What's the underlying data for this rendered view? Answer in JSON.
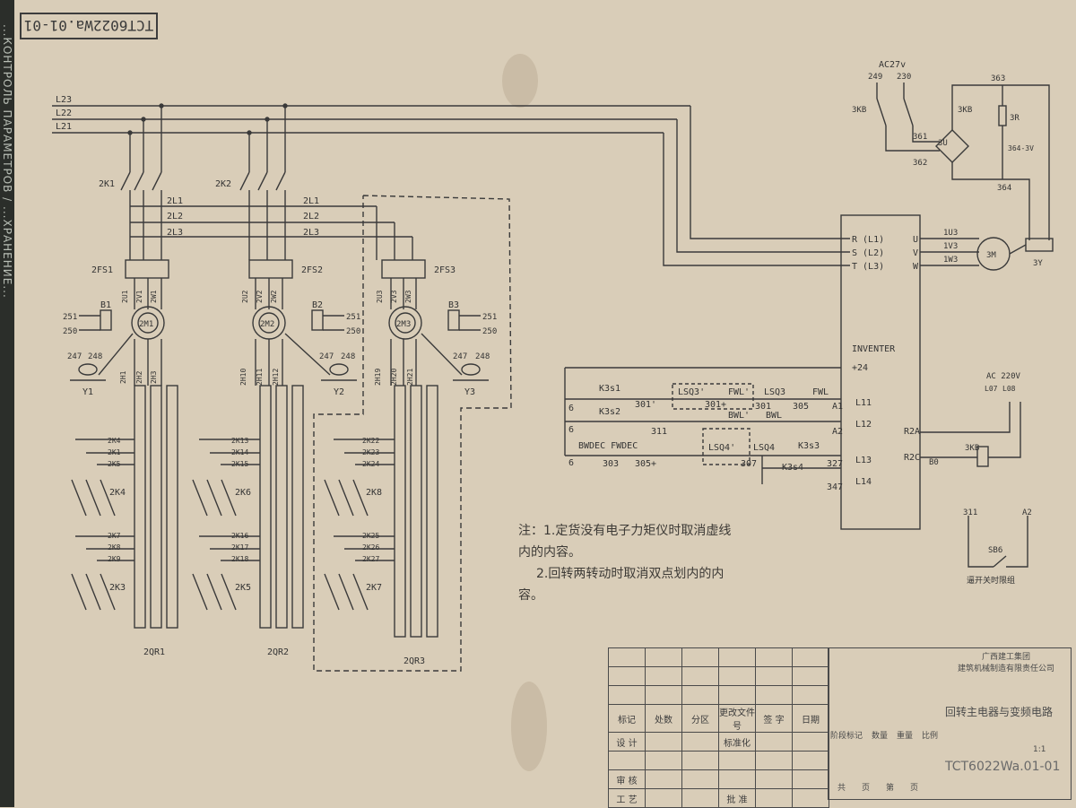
{
  "document": {
    "code": "TCT6022Wa.01-01",
    "code_bottom": "TCT6022Wa.01-01"
  },
  "spine": {
    "text": "...КОНТРОЛЬ ПАРАМЕТРОВ / ...ХРАНЕНИЕ..."
  },
  "buses": [
    "L23",
    "L22",
    "L21"
  ],
  "motor_groups": [
    {
      "switch": "2K1",
      "lines": [
        "2L1",
        "2L2",
        "2L3"
      ],
      "fuse": "2FS1",
      "motor": "2M1",
      "brake": "B1",
      "brake_wires": [
        "251",
        "250"
      ],
      "valve": "Y1",
      "valve_wires": [
        "247",
        "248"
      ],
      "motor_wires": [
        "2U1",
        "2V1",
        "2W1"
      ],
      "lower_wires": [
        "2H1",
        "2H2",
        "2H3"
      ],
      "contacts_a": [
        "2K4"
      ],
      "contacts_a_wires": [
        "2K4",
        "2K1",
        "2K5"
      ],
      "contacts_b": [
        "2K3"
      ],
      "contacts_b_wires": [
        "2K7",
        "2K8",
        "2K9"
      ],
      "relay": "2QR1"
    },
    {
      "switch": "2K2",
      "lines": [
        "2L1",
        "2L2",
        "2L3"
      ],
      "fuse": "2FS2",
      "motor": "2M2",
      "brake": "B2",
      "brake_wires": [
        "251",
        "250"
      ],
      "valve": "Y2",
      "valve_wires": [
        "247",
        "248"
      ],
      "motor_wires": [
        "2U2",
        "2V2",
        "2W2"
      ],
      "lower_wires": [
        "2H10",
        "2H11",
        "2H12"
      ],
      "contacts_a": [
        "2K6"
      ],
      "contacts_a_wires": [
        "2K13",
        "2K14",
        "2K15"
      ],
      "contacts_b": [
        "2K5"
      ],
      "contacts_b_wires": [
        "2K16",
        "2K17",
        "2K18"
      ],
      "relay": "2QR2"
    },
    {
      "switch": "",
      "lines": [],
      "fuse": "2FS3",
      "motor": "2M3",
      "brake": "B3",
      "brake_wires": [
        "251",
        "250"
      ],
      "valve": "Y3",
      "valve_wires": [
        "247",
        "248"
      ],
      "motor_wires": [
        "2U3",
        "2V3",
        "2W3"
      ],
      "lower_wires": [
        "2H19",
        "2H20",
        "2H21"
      ],
      "contacts_a": [
        "2K8"
      ],
      "contacts_a_wires": [
        "2K22",
        "2K23",
        "2K24"
      ],
      "contacts_b": [
        "2K7"
      ],
      "contacts_b_wires": [
        "2K25",
        "2K26",
        "2K27"
      ],
      "relay": "2QR3"
    }
  ],
  "brake_circuit": {
    "supply": "AC27v",
    "wires": [
      "249",
      "230",
      "363",
      "361",
      "362",
      "364"
    ],
    "switches": [
      "3KB",
      "3KB"
    ],
    "rectifier": "3U",
    "resistor": "3R",
    "diode": "364-3V",
    "coil": "3Y"
  },
  "inverter": {
    "title": "INVENTER",
    "inputs": [
      "R (L1)",
      "S (L2)",
      "T (L3)"
    ],
    "outputs": [
      "U",
      "V",
      "W"
    ],
    "control": [
      "+24",
      "L11",
      "L12",
      "L13",
      "L14"
    ],
    "relay_out": [
      "R2A",
      "R2C"
    ],
    "out_wires": [
      "1U3",
      "1V3",
      "1W3"
    ],
    "motor": "3M"
  },
  "control_ladder": {
    "rows": [
      {
        "left": "K3s1",
        "wire_l": "6",
        "items": [
          "301'",
          "LSQ3'",
          "FWL'",
          "301+",
          "LSQ3",
          "FWL",
          "301",
          "305",
          "A1"
        ]
      },
      {
        "left": "K3s2",
        "wire_l": "6",
        "items": [
          "311",
          "BWL'",
          "BWL",
          "A2"
        ]
      },
      {
        "left": "BWDEC FWDEC",
        "wire_l": "6",
        "items": [
          "303",
          "305+",
          "LSQ4'",
          "LSQ4",
          "307",
          "K3s3",
          "327",
          "K3s4",
          "347"
        ]
      }
    ]
  },
  "ac_circuit": {
    "supply": "AC 220V",
    "wires": [
      "L07",
      "L08"
    ],
    "relay": "3KB",
    "wire": "B0"
  },
  "limit_circuit": {
    "wires": [
      "311",
      "A2"
    ],
    "switch": "SB6",
    "caption": "逼开关时限组"
  },
  "notes": [
    "注：1.定货没有电子力矩仪时取消虚线",
    "内的内容。",
    "2.回转两转动时取消双点划内的内",
    "容。"
  ],
  "title_block": {
    "columns": [
      "标记",
      "处数",
      "分区",
      "更改文件号",
      "签 字",
      "日期"
    ],
    "rows": [
      "设 计",
      "标准化",
      "审 核",
      "工 艺",
      "批 准"
    ],
    "stage": [
      "阶段标记",
      "数量",
      "重量",
      "比例"
    ],
    "company": [
      "广西建工集团",
      "建筑机械制造有限责任公司"
    ],
    "drawing_title": "回转主电器与变频电路",
    "sheet": [
      "共",
      "页",
      "第",
      "页"
    ],
    "scale": "1:1"
  }
}
